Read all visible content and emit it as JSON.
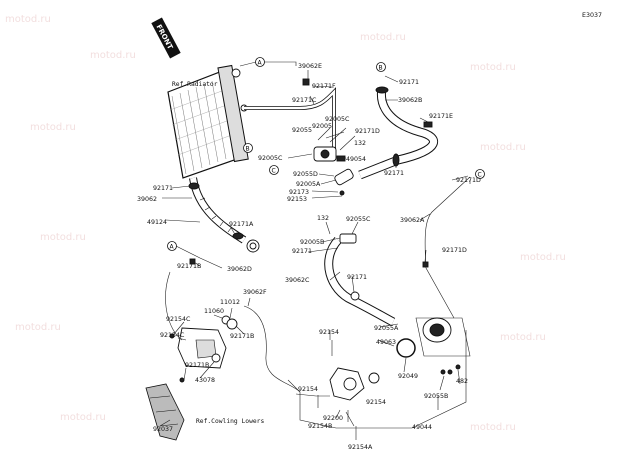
{
  "diagram_code": "E3037",
  "front_label": "FRONT",
  "watermark": "motod.ru",
  "ref_radiator": "Ref.Radiator",
  "ref_cowling": "Ref.Cowling Lowers",
  "markers": {
    "a1": "A",
    "a2": "A",
    "b1": "B",
    "b2": "B",
    "c1": "C",
    "c2": "C"
  },
  "labels": {
    "p39062E": "39062E",
    "p92171F": "92171F",
    "p92171C": "92171C",
    "p92005C_a": "92005C",
    "p92005": "92005",
    "p92055": "92055",
    "p92171D_a": "92171D",
    "p132_a": "132",
    "p92005C_b": "92005C",
    "p49054": "49054",
    "p92055D": "92055D",
    "p92005A": "92005A",
    "p92173": "92173",
    "p92153": "92153",
    "p92171_a": "92171",
    "p39062B": "39062B",
    "p92171E": "92171E",
    "p92171_b": "92171",
    "p92171_c": "92171",
    "p39062": "39062",
    "p49124": "49124",
    "p92171A": "92171A",
    "p132_b": "132",
    "p92055C": "92055C",
    "p92005B": "92005B",
    "p92171_d": "92171",
    "p92171D_b": "92171D",
    "p39062A": "39062A",
    "p92171D_c": "92171D",
    "p92171B_a": "92171B",
    "p39062D": "39062D",
    "p39062F": "39062F",
    "p11012": "11012",
    "p11060": "11060",
    "p92171B_b": "92171B",
    "p39062C": "39062C",
    "p92171_e": "92171",
    "p92154C_a": "92154C",
    "p92154C_b": "92154C",
    "p92171B_c": "92171B",
    "p43078": "43078",
    "p92154_a": "92154",
    "p92055A": "92055A",
    "p49063": "49063",
    "p92049": "92049",
    "p482": "482",
    "p92154_b": "92154",
    "p92154_c": "92154",
    "p92200": "92200",
    "p92154B": "92154B",
    "p92055B": "92055B",
    "p49044": "49044",
    "p92154A": "92154A",
    "p92037": "92037"
  }
}
